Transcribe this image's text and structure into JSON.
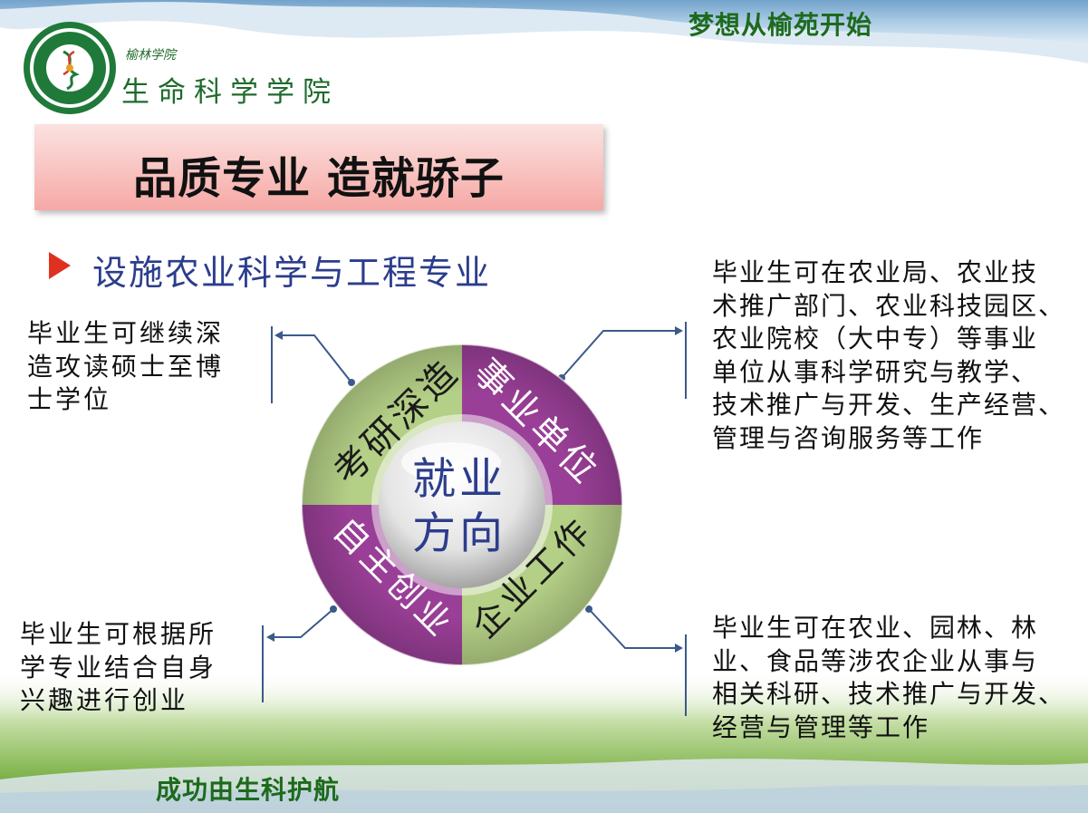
{
  "header": {
    "slogan_top": "梦想从榆苑开始",
    "logo_small": "榆林学院",
    "logo_big": "生命科学学院"
  },
  "title": "品质专业  造就骄子",
  "major": "设施农业科学与工程专业",
  "diagram": {
    "center_line1": "就业",
    "center_line2": "方向",
    "segments": {
      "top_left": "考研深造",
      "top_right": "事业单位",
      "bottom_left": "自主创业",
      "bottom_right": "企业工作"
    }
  },
  "descriptions": {
    "top_left": [
      "毕业生可继续深",
      "造攻读硕士至博",
      "士学位"
    ],
    "bottom_left": [
      "毕业生可根据所",
      "学专业结合自身",
      "兴趣进行创业"
    ],
    "top_right": [
      "毕业生可在农业局、农业技",
      "术推广部门、农业科技园区、",
      "农业院校（大中专）等事业",
      "单位从事科学研究与教学、",
      "技术推广与开发、生产经营、",
      "管理与咨询服务等工作"
    ],
    "bottom_right": [
      "毕业生可在农业、园林、林",
      "业、食品等涉农企业从事与",
      "相关科研、技术推广与开发、",
      "经营与管理等工作"
    ]
  },
  "footer": {
    "slogan_bottom": "成功由生科护航"
  },
  "colors": {
    "green_segment": "#b4cf86",
    "purple_segment": "#9a3f97",
    "title_bg": "#f6a9a6",
    "major_text": "#2c3d8c",
    "slogan_green": "#1d6a1d",
    "bullet_red": "#e03020"
  }
}
